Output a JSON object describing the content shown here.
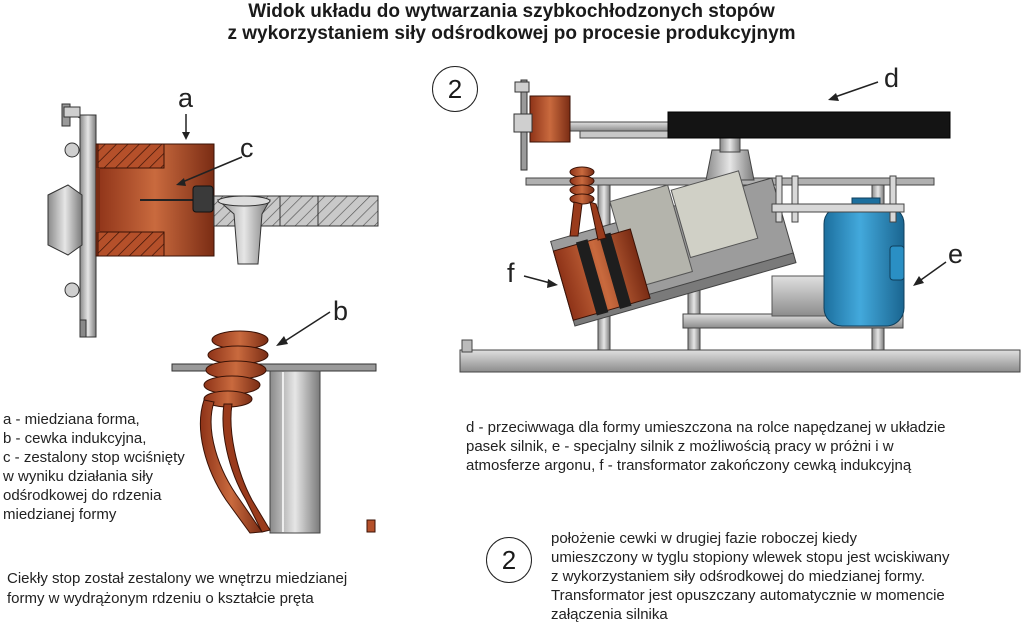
{
  "title": {
    "line1": "Widok układu do wytwarzania szybkochłodzonych stopów",
    "line2": "z wykorzystaniem siły odśrodkowej po procesie produkcyjnym"
  },
  "labels": {
    "a": "a",
    "b": "b",
    "c": "c",
    "d": "d",
    "e": "e",
    "f": "f"
  },
  "step_marker": {
    "top": "2",
    "bottom": "2"
  },
  "legend_left": [
    "a - miedziana forma,",
    "b - cewka indukcyjna,",
    "c - zestalony stop wciśnięty",
    "w wyniku działania siły",
    "odśrodkowej do rdzenia",
    "miedzianej formy"
  ],
  "legend_right": [
    "d - przeciwwaga dla formy umieszczona na rolce napędzanej w układzie",
    "pasek silnik, e - specjalny silnik z możliwością pracy w próżni i w",
    "atmosferze argonu, f - transformator zakończony cewką indukcyjną"
  ],
  "note_left": [
    "Ciekły stop został zestalony we wnętrzu miedzianej",
    "formy w wydrążonym rdzeniu o kształcie pręta"
  ],
  "note_right": [
    "położenie cewki w drugiej fazie roboczej kiedy",
    "umieszczony w tyglu stopiony wlewek stopu jest wciskiwany",
    "z wykorzystaniem siły odśrodkowej do miedzianej formy.",
    "Transformator jest opuszczany automatycznie w momencie",
    "załączenia silnika"
  ],
  "colors": {
    "copper": "#b5502a",
    "copper_dark": "#7a2c14",
    "steel": "#b8b8b8",
    "steel_dark": "#6e6e6e",
    "motor_blue": "#2a8fc4",
    "counterweight": "#1a1a1a"
  }
}
